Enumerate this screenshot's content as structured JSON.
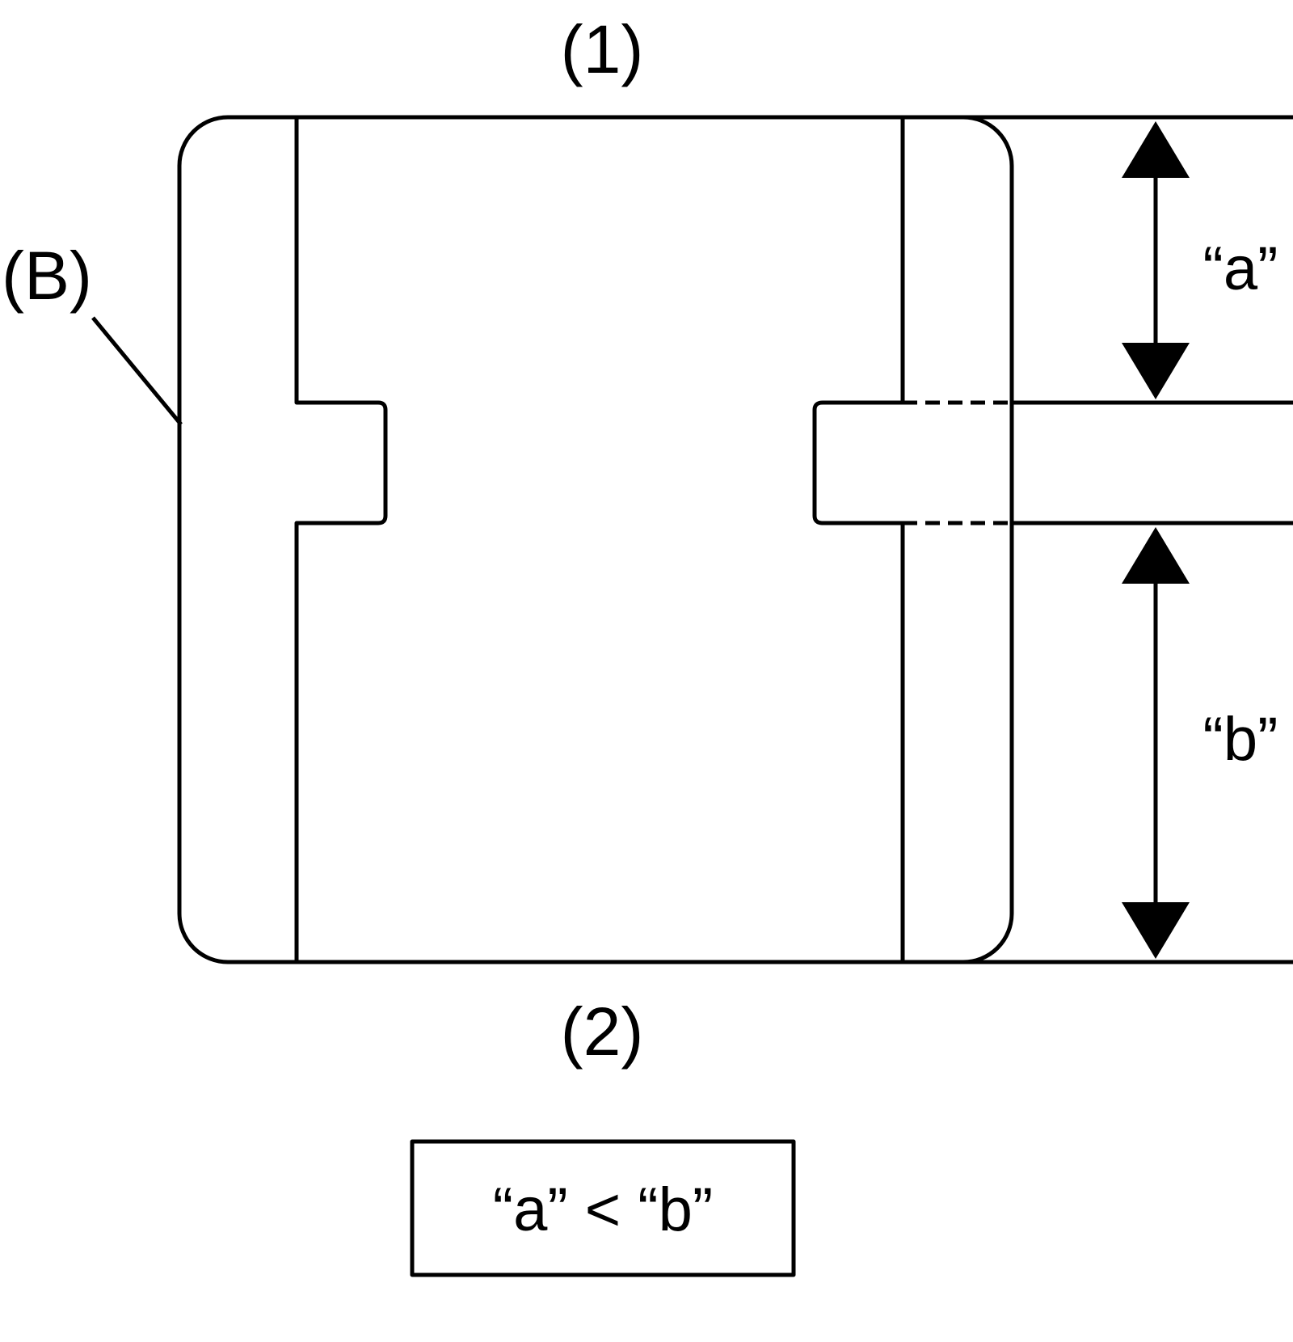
{
  "labels": {
    "top": "(1)",
    "bottom": "(2)",
    "side": "(B)",
    "dimension_a": "“a”",
    "dimension_b": "“b”",
    "relation": "“a” < “b”"
  },
  "colors": {
    "line": "#000000",
    "background": "#ffffff"
  }
}
